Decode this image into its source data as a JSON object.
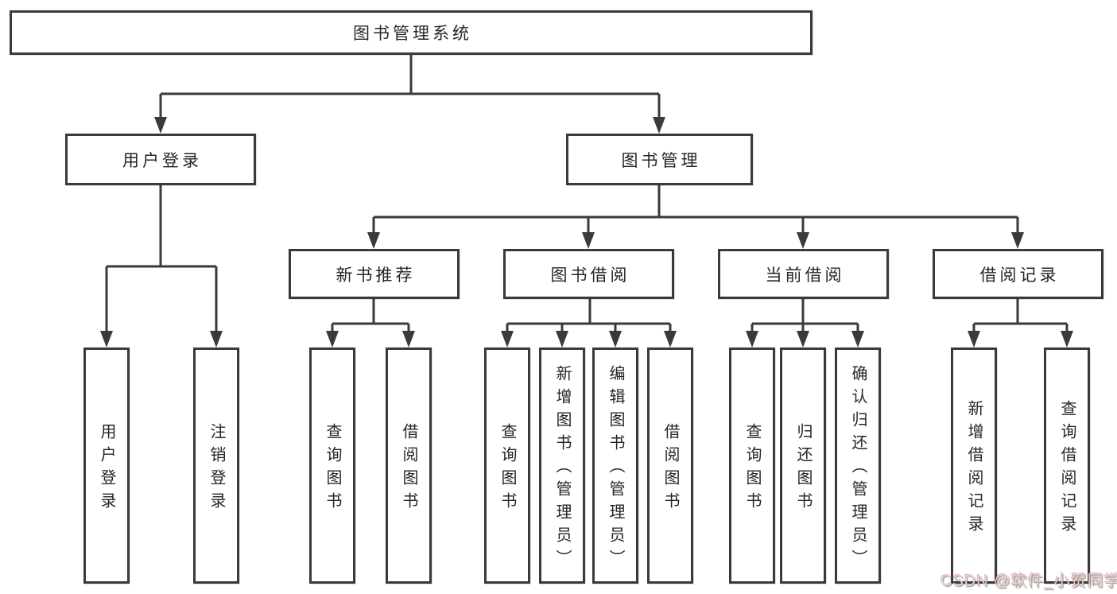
{
  "diagram": {
    "root_label": "图书管理系统",
    "level2": [
      {
        "label": "用户登录",
        "parent": "图书管理系统"
      },
      {
        "label": "图书管理",
        "parent": "图书管理系统"
      }
    ],
    "level3": [
      {
        "label": "新书推荐",
        "parent": "图书管理"
      },
      {
        "label": "图书借阅",
        "parent": "图书管理"
      },
      {
        "label": "当前借阅",
        "parent": "图书管理"
      },
      {
        "label": "借阅记录",
        "parent": "图书管理"
      }
    ],
    "leaves": [
      {
        "label": "用户登录",
        "parent": "用户登录"
      },
      {
        "label": "注销登录",
        "parent": "用户登录"
      },
      {
        "label": "查询图书",
        "parent": "新书推荐"
      },
      {
        "label": "借阅图书",
        "parent": "新书推荐"
      },
      {
        "label": "查询图书",
        "parent": "图书借阅"
      },
      {
        "label": "新增图书（管理员）",
        "parent": "图书借阅"
      },
      {
        "label": "编辑图书（管理员）",
        "parent": "图书借阅"
      },
      {
        "label": "借阅图书",
        "parent": "图书借阅"
      },
      {
        "label": "查询图书",
        "parent": "当前借阅"
      },
      {
        "label": "归还图书",
        "parent": "当前借阅"
      },
      {
        "label": "确认归还（管理员）",
        "parent": "当前借阅"
      },
      {
        "label": "新增借阅记录",
        "parent": "借阅记录"
      },
      {
        "label": "查询借阅记录",
        "parent": "借阅记录"
      }
    ],
    "watermark": "CSDN @软件_小贺同学",
    "colors": {
      "line": "#3a3a3a",
      "text": "#262626",
      "background": "#ffffff",
      "watermark_fill": "#dbd8d6",
      "watermark_accent": "#e05252"
    }
  }
}
